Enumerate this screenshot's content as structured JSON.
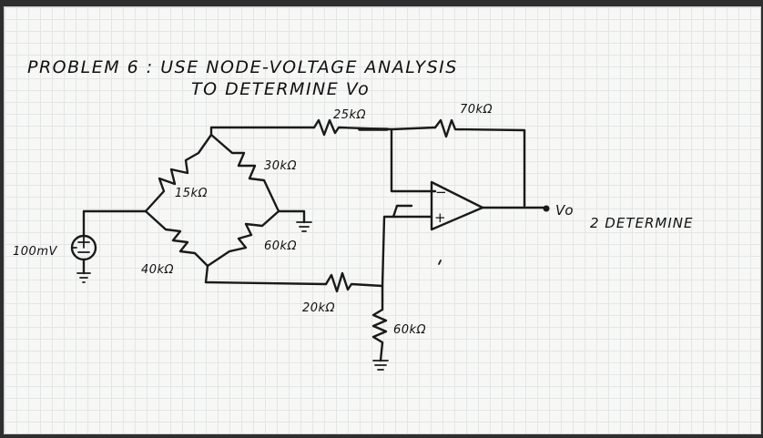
{
  "title": {
    "line1": "PROBLEM 6 : USE NODE-VOLTAGE ANALYSIS",
    "line2": "TO DETERMINE Vo"
  },
  "source": {
    "label": "100mV",
    "polarity": "+"
  },
  "resistors": {
    "r25": "25kΩ",
    "r70": "70kΩ",
    "r30": "30kΩ",
    "r15": "15kΩ",
    "r60a": "60kΩ",
    "r40": "40kΩ",
    "r20": "20kΩ",
    "r60b": "60kΩ"
  },
  "opamp": {
    "minus": "−",
    "plus": "+"
  },
  "output": {
    "label": "Vo",
    "note": "2 DETERMINE"
  },
  "colors": {
    "ink": "#1a1a1a",
    "paper": "#f7f7f5",
    "grid": "#e3e6e8"
  }
}
